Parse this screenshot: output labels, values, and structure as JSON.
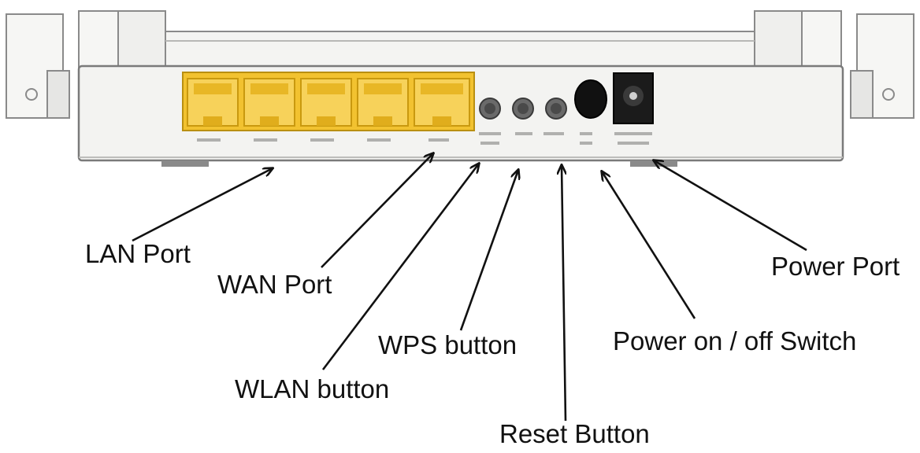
{
  "callouts": {
    "lan_port": "LAN Port",
    "wan_port": "WAN Port",
    "wlan_button": "WLAN button",
    "wps_button": "WPS button",
    "reset_button": "Reset Button",
    "power_switch": "Power on / off Switch",
    "power_port": "Power Port"
  },
  "colors": {
    "port_yellow": "#f2c230",
    "port_yellow_dark": "#d9a81a",
    "housing": "#f3f3f1",
    "housing_edge": "#8a8a8a",
    "arrow": "#111111"
  },
  "lan_port_count": 4
}
